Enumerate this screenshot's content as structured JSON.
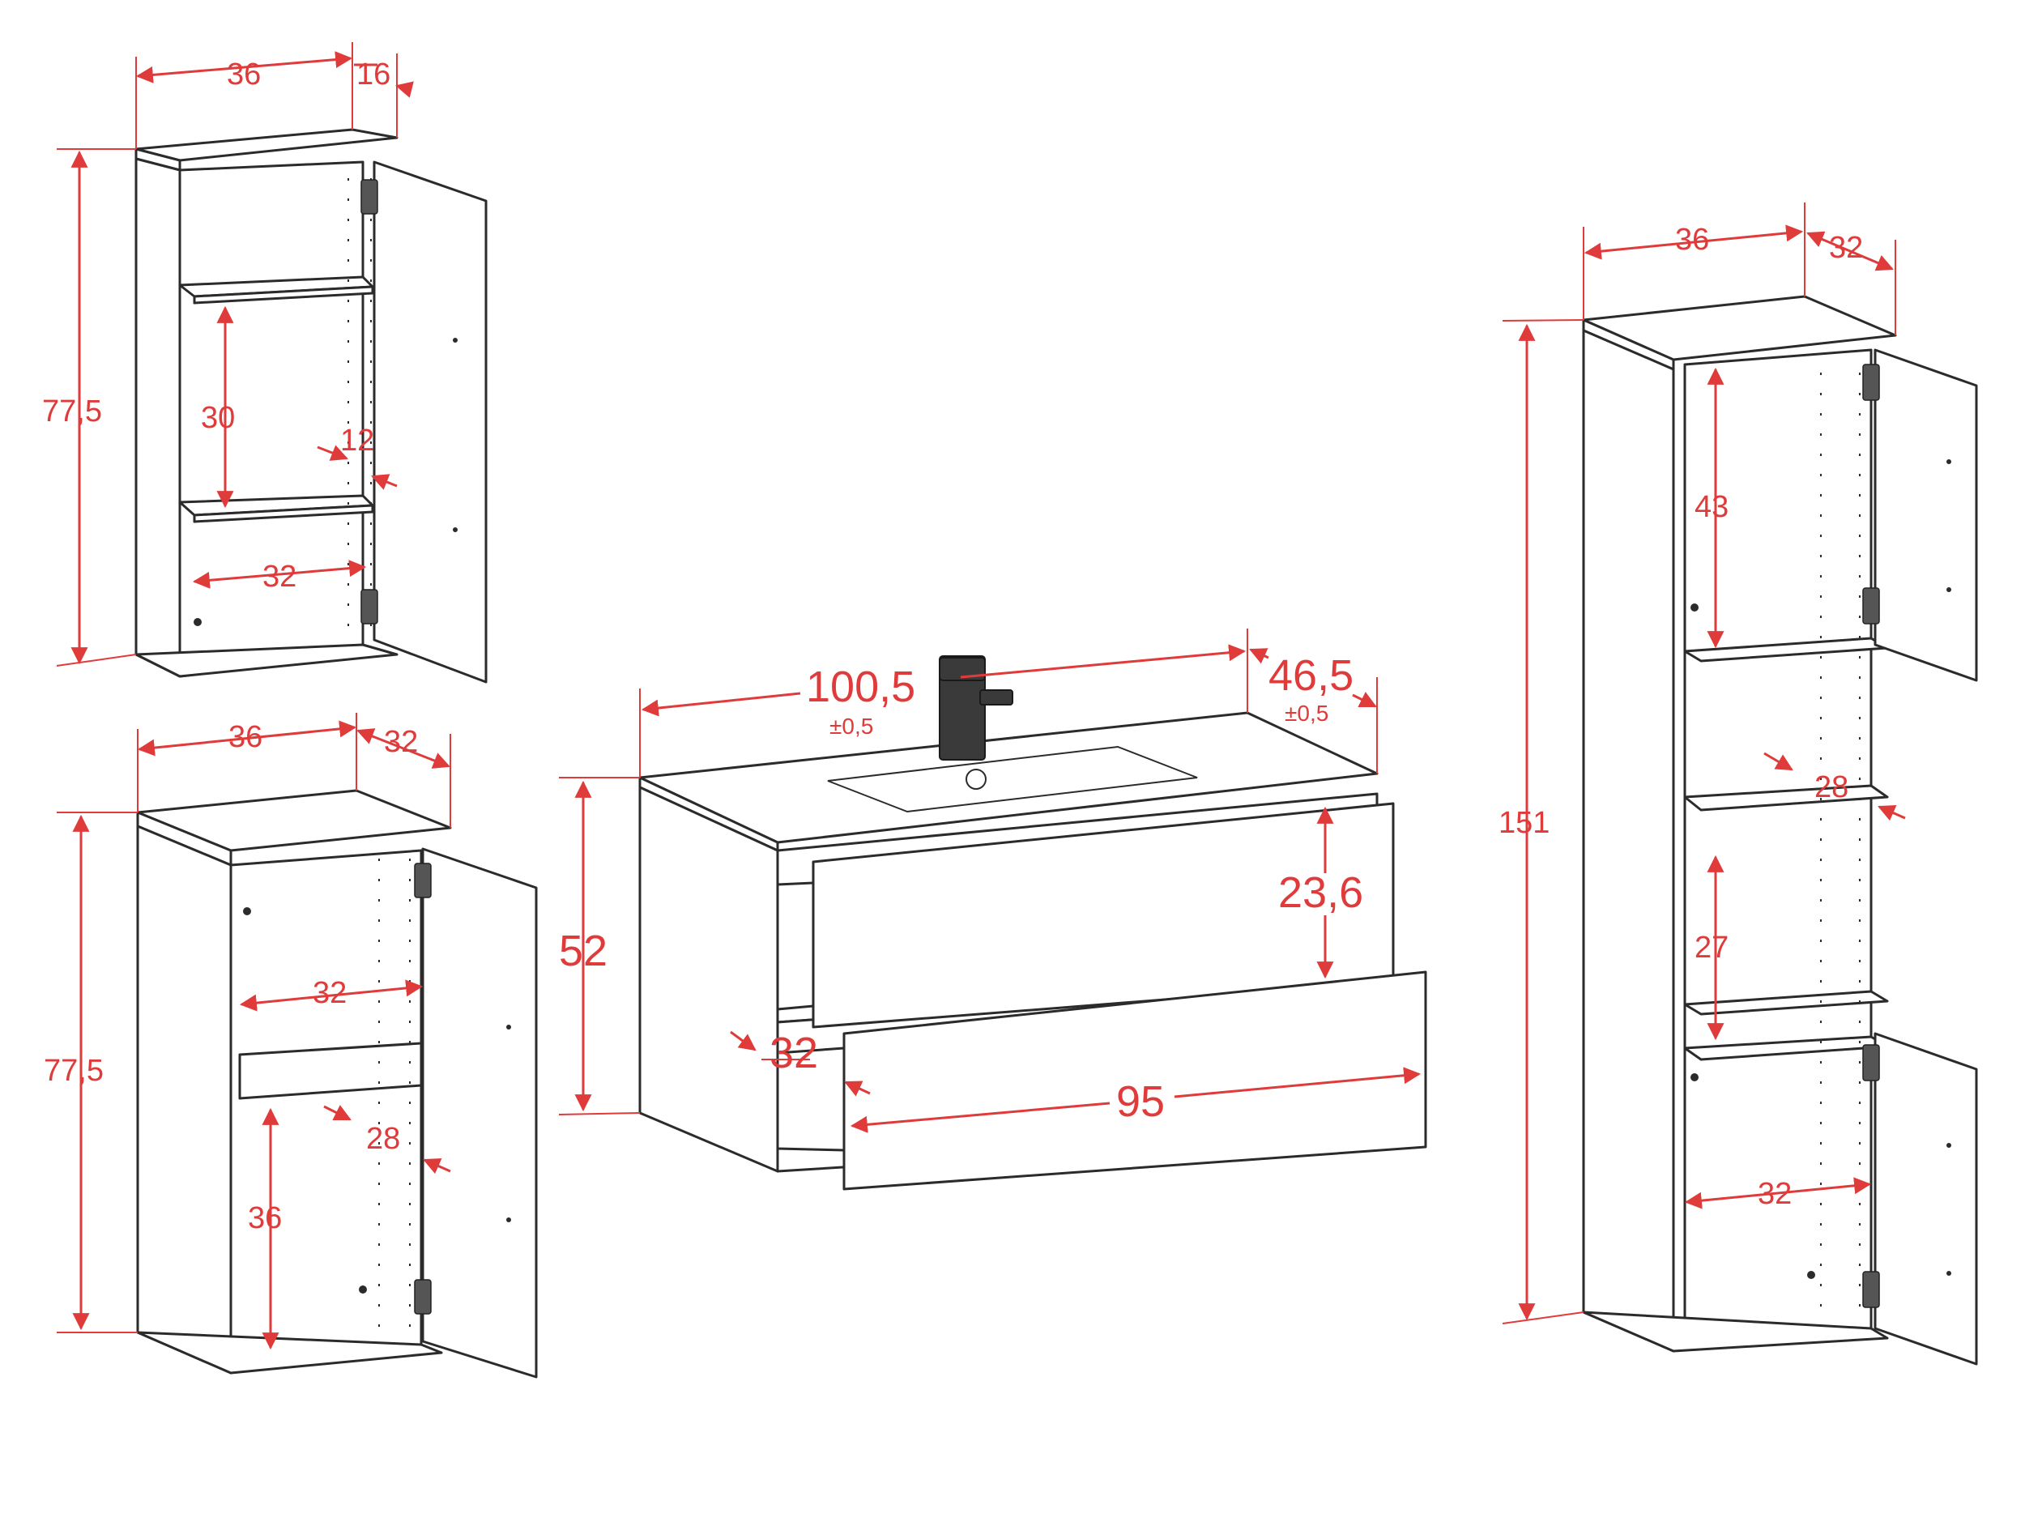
{
  "colors": {
    "dimension": "#e03b3b",
    "outline": "#2b2b2b"
  },
  "wall_cabinet": {
    "width": "36",
    "depth": "16",
    "height": "77,5",
    "shelf_gap": "30",
    "shelf_depth": "12",
    "inner_width": "32"
  },
  "low_cabinet": {
    "width": "36",
    "depth": "32",
    "height": "77,5",
    "inner_width": "32",
    "shelf_depth": "28",
    "shelf_gap": "36"
  },
  "vanity": {
    "width": "100,5",
    "width_tol": "±0,5",
    "depth": "46,5",
    "depth_tol": "±0,5",
    "height": "52",
    "drawer_height": "23,6",
    "drawer_depth": "32",
    "drawer_width": "95"
  },
  "tall_cabinet": {
    "width": "36",
    "depth": "32",
    "height": "151",
    "top_gap": "43",
    "shelf_depth": "28",
    "mid_gap": "27",
    "inner_width": "32"
  }
}
